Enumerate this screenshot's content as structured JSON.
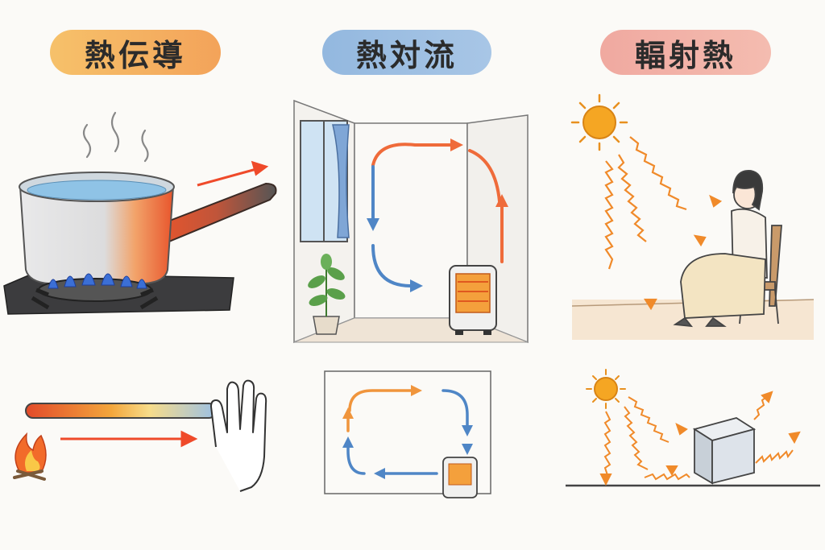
{
  "labels": {
    "conduction": "熱伝導",
    "convection": "熱対流",
    "radiation": "輻射熱"
  },
  "colors": {
    "conduction_badge": "#f3a35a",
    "convection_badge": "#93b8df",
    "radiation_badge": "#f0a9a0",
    "hot_arrow": "#ef6b3a",
    "cool_arrow": "#4f86c6",
    "sun": "#f5a623",
    "flame_blue": "#3b6fd6"
  },
  "icons": {
    "pan": "saucepan-icon",
    "burner": "gas-burner-icon",
    "window": "window-icon",
    "plant": "potted-plant-icon",
    "heater": "space-heater-icon",
    "sun": "sun-icon",
    "person": "seated-person-icon",
    "cube": "cube-icon",
    "hand": "hand-icon",
    "fire": "campfire-icon"
  }
}
